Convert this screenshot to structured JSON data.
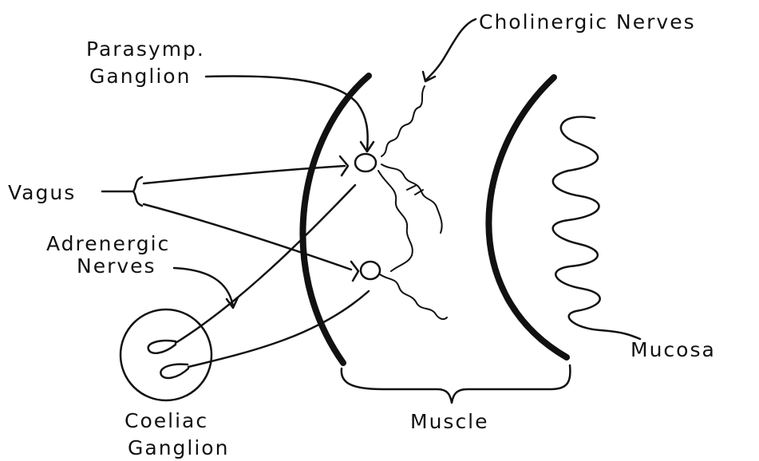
{
  "labels": {
    "cholinergic": "Cholinergic Nerves",
    "parasymp_line1": "Parasymp.",
    "parasymp_line2": "Ganglion",
    "vagus": "Vagus",
    "adrenergic_line1": "Adrenergic",
    "adrenergic_line2": "Nerves",
    "coeliac_line1": "Coeliac",
    "coeliac_line2": "Ganglion",
    "muscle": "Muscle",
    "mucosa": "Mucosa"
  },
  "colors": {
    "ink": "#111111",
    "background": "#ffffff"
  }
}
